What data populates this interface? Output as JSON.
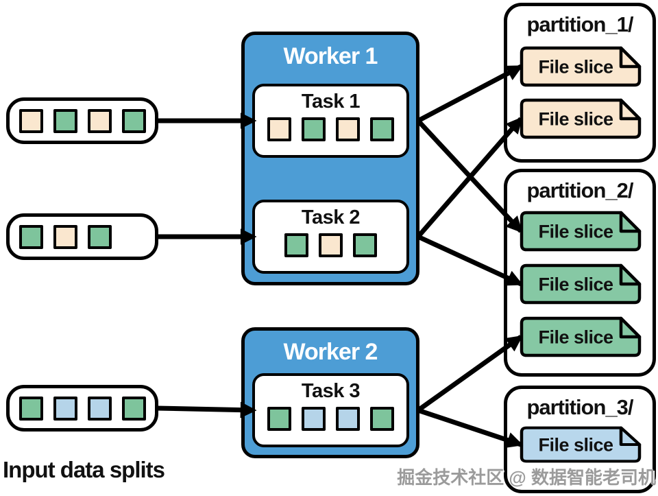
{
  "labels": {
    "input_splits": "Input data splits"
  },
  "watermark": "掘金技术社区 @ 数据智能老司机",
  "colors": {
    "worker_blue": "#4d9dd5",
    "cream": "#fae7cf",
    "green": "#7ec49c",
    "blue": "#b5d4e9",
    "slice_cream": "#fae7cf",
    "slice_green": "#86c8a4",
    "slice_blue": "#b8d7ec",
    "stroke": "#000000"
  },
  "splits": [
    {
      "id": "split-1",
      "cells": [
        "cream",
        "green",
        "cream",
        "green"
      ]
    },
    {
      "id": "split-2",
      "cells": [
        "green",
        "cream",
        "green"
      ]
    },
    {
      "id": "split-3",
      "cells": [
        "green",
        "blue",
        "blue",
        "green"
      ]
    }
  ],
  "workers": [
    {
      "label": "Worker 1",
      "tasks": [
        {
          "id": "task-1",
          "label": "Task 1",
          "cells": [
            "cream",
            "green",
            "cream",
            "green"
          ]
        },
        {
          "id": "task-2",
          "label": "Task 2",
          "cells": [
            "green",
            "cream",
            "green"
          ]
        }
      ]
    },
    {
      "label": "Worker 2",
      "tasks": [
        {
          "id": "task-3",
          "label": "Task 3",
          "cells": [
            "green",
            "blue",
            "blue",
            "green"
          ]
        }
      ]
    }
  ],
  "partitions": [
    {
      "label": "partition_1/",
      "slices": [
        {
          "id": "p1-s1",
          "label": "File slice",
          "color": "slice_cream"
        },
        {
          "id": "p1-s2",
          "label": "File slice",
          "color": "slice_cream"
        }
      ]
    },
    {
      "label": "partition_2/",
      "slices": [
        {
          "id": "p2-s1",
          "label": "File slice",
          "color": "slice_green"
        },
        {
          "id": "p2-s2",
          "label": "File slice",
          "color": "slice_green"
        },
        {
          "id": "p2-s3",
          "label": "File slice",
          "color": "slice_green"
        }
      ]
    },
    {
      "label": "partition_3/",
      "slices": [
        {
          "id": "p3-s1",
          "label": "File slice",
          "color": "slice_blue"
        }
      ]
    }
  ],
  "connections": [
    {
      "from": "split-1",
      "to": "task-1"
    },
    {
      "from": "split-2",
      "to": "task-2"
    },
    {
      "from": "split-3",
      "to": "task-3"
    },
    {
      "from": "task-1",
      "to": "p1-s1"
    },
    {
      "from": "task-1",
      "to": "p2-s1"
    },
    {
      "from": "task-2",
      "to": "p1-s2"
    },
    {
      "from": "task-2",
      "to": "p2-s2"
    },
    {
      "from": "task-3",
      "to": "p2-s3"
    },
    {
      "from": "task-3",
      "to": "p3-s1"
    }
  ]
}
